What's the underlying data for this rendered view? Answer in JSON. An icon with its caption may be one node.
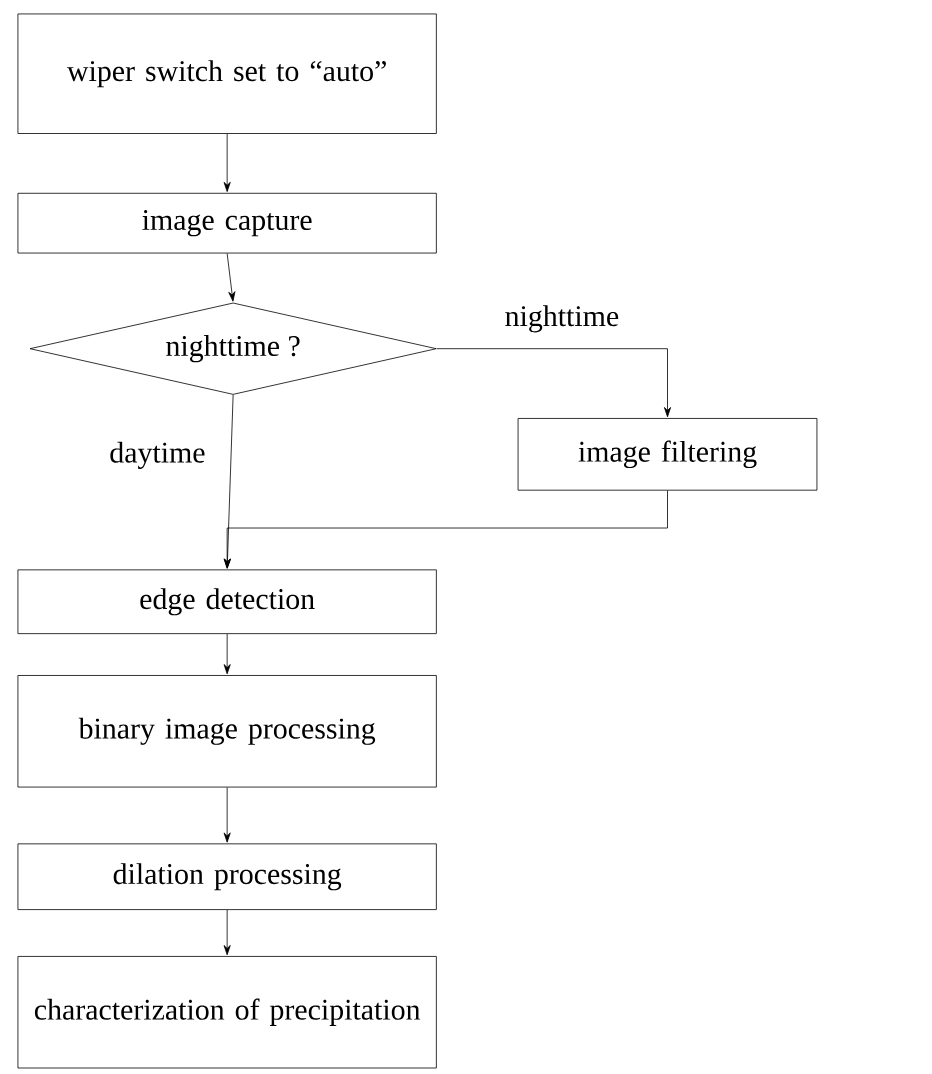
{
  "diagram": {
    "nodes": [
      {
        "text": [
          "wiper switch set to “auto”"
        ]
      },
      {
        "text": [
          "image capture"
        ]
      },
      {
        "text": [
          "nighttime ?"
        ]
      },
      {
        "text": [
          "image filtering"
        ]
      },
      {
        "text": [
          "edge detection"
        ]
      },
      {
        "text": [
          "binary image processing"
        ]
      },
      {
        "text": [
          "dilation processing"
        ]
      },
      {
        "text": [
          "characterization of precipitation"
        ]
      }
    ],
    "edges": [
      {
        "from": 0,
        "to": 1,
        "arrow": "to"
      },
      {
        "from": 1,
        "to": 2,
        "arrow": "to"
      },
      {
        "from": 2,
        "to": 3,
        "arrow": "to",
        "label": "nighttime"
      },
      {
        "from": 2,
        "to": 4,
        "arrow": "to",
        "label": "daytime"
      },
      {
        "from": 3,
        "to": 4,
        "arrow": "to"
      },
      {
        "from": 4,
        "to": 5,
        "arrow": "to"
      },
      {
        "from": 5,
        "to": 6,
        "arrow": "to"
      },
      {
        "from": 6,
        "to": 7,
        "arrow": "to"
      }
    ]
  }
}
